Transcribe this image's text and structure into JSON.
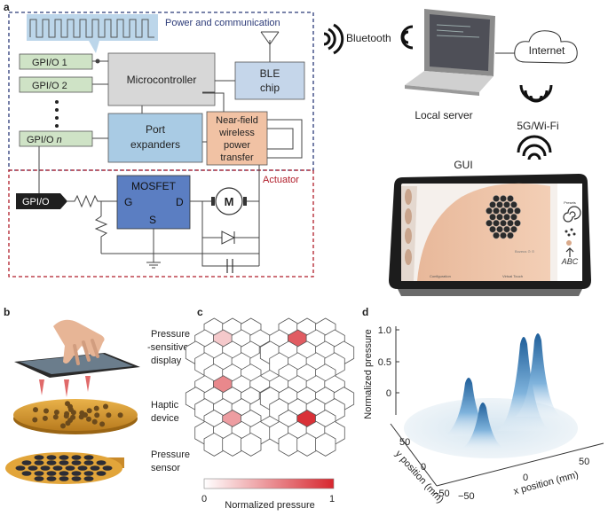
{
  "panels": {
    "a": "a",
    "b": "b",
    "c": "c",
    "d": "d"
  },
  "panel_a": {
    "power_comm": "Power and communication",
    "gpio1": "GPI/O 1",
    "gpio2": "GPI/O 2",
    "gpion": "GPI/O ",
    "gpion_var": "n",
    "microcontroller": "Microcontroller",
    "ble1": "BLE",
    "ble2": "chip",
    "port1": "Port",
    "port2": "expanders",
    "nf1": "Near-field",
    "nf2": "wireless",
    "nf3": "power",
    "nf4": "transfer",
    "actuator": "Actuator",
    "gpio_act": "GPI/O",
    "mosfet": "MOSFET",
    "gate": "G",
    "drain": "D",
    "source": "S",
    "motor": "M",
    "bluetooth": "Bluetooth",
    "internet": "Internet",
    "local_server": "Local server",
    "wifi": "5G/Wi-Fi",
    "gui": "GUI",
    "gui_abc": "ABC",
    "gui_presets": "Presets",
    "gui_config": "Configuration",
    "gui_virtual": "Virtual Touch",
    "gui_brand": "Bozeus ⊙ ⊙"
  },
  "panel_b": {
    "display1": "Pressure",
    "display2": "-sensitive",
    "display3": "display",
    "haptic1": "Haptic",
    "haptic2": "device",
    "sensor1": "Pressure",
    "sensor2": "sensor"
  },
  "panel_c": {
    "cb_min": "0",
    "cb_max": "1",
    "cb_label": "Normalized pressure",
    "colors": {
      "low": "#ffffff",
      "high": "#d7262e"
    },
    "left_cluster_levels": [
      0,
      0,
      0,
      0,
      0.25,
      0,
      0,
      0,
      0,
      0,
      0,
      0,
      0,
      0,
      0,
      0,
      0,
      0,
      0,
      0,
      0.55,
      0,
      0,
      0,
      0,
      0,
      0,
      0,
      0,
      0,
      0,
      0,
      0,
      0.45,
      0,
      0,
      0,
      0,
      0,
      0,
      0,
      0
    ],
    "right_cluster_levels": [
      0,
      0,
      0,
      0,
      0.75,
      0,
      0,
      0,
      0,
      0,
      0,
      0,
      0,
      0,
      0,
      0,
      0,
      0,
      0,
      0,
      0,
      0,
      0,
      0,
      0,
      0,
      0,
      0,
      0,
      0,
      0,
      0,
      0,
      0.95,
      0,
      0,
      0,
      0,
      0,
      0,
      0,
      0
    ]
  },
  "panel_d": {
    "z_label": "Normalized pressure",
    "z_ticks": [
      "1.0",
      "0.5",
      "0"
    ],
    "y_label": "y position (mm)",
    "x_label": "x position (mm)",
    "y_ticks": [
      "50",
      "0",
      "−50"
    ],
    "x_ticks": [
      "−50",
      "0",
      "50"
    ],
    "peak_color": "#2e6fa8"
  }
}
